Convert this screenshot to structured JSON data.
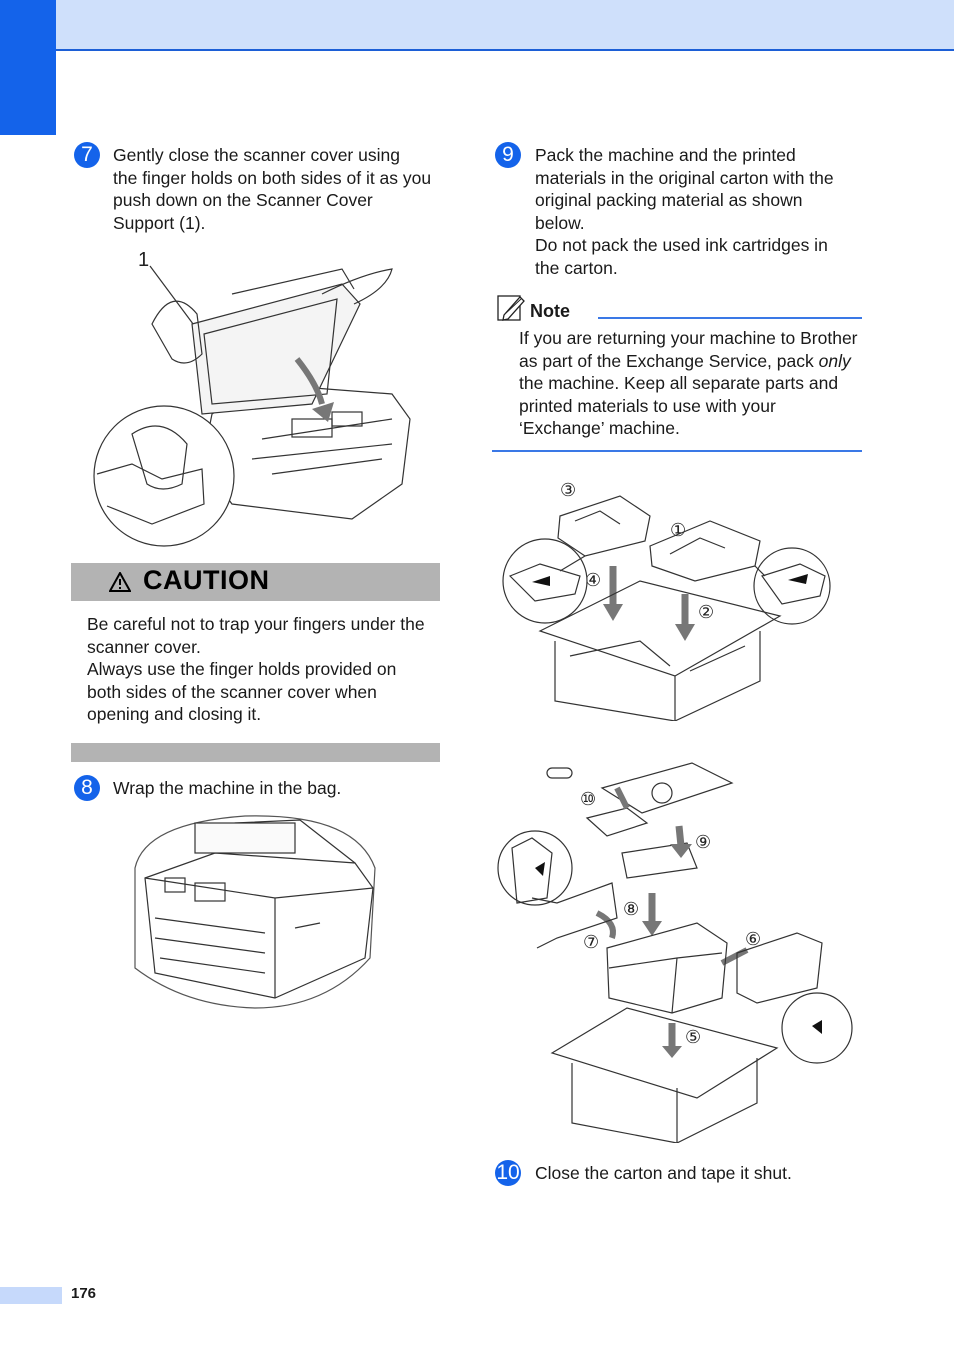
{
  "steps": {
    "s7": {
      "number": "7",
      "text": "Gently close the scanner cover using\nthe finger holds on both sides of it as you\npush down on the Scanner Cover\nSupport (1)."
    },
    "s8": {
      "number": "8",
      "text": "Wrap the machine in the bag."
    },
    "s9": {
      "number": "9",
      "text": "Pack the machine and the printed\nmaterials in the original carton with the\noriginal packing material as shown\nbelow.\nDo not pack the used ink cartridges in\nthe carton."
    },
    "s10": {
      "number": "10",
      "text": "Close the carton and tape it shut."
    }
  },
  "illustration_labels": {
    "callout_1": "1",
    "packing_top": [
      "③",
      "①",
      "④",
      "②"
    ],
    "packing_bottom": [
      "⑩",
      "⑨",
      "⑧",
      "⑦",
      "⑥",
      "⑤"
    ]
  },
  "caution": {
    "title": "CAUTION",
    "body": "Be careful not to trap your fingers under the\nscanner cover.\nAlways use the finger holds provided on\nboth sides of the scanner cover when\nopening and closing it."
  },
  "note": {
    "title": "Note",
    "text_before": "If you are returning your machine to Brother as part of the Exchange Service, pack ",
    "text_emphasis": "only",
    "text_after": " the machine. Keep all separate parts and printed materials to use with your ‘Exchange’ machine."
  },
  "footer": {
    "page_number": "176"
  },
  "colors": {
    "accent": "#1463ea",
    "header_band": "#cfe0fb",
    "caution_band": "#b3b3b3",
    "note_rule": "#3a78e6"
  }
}
